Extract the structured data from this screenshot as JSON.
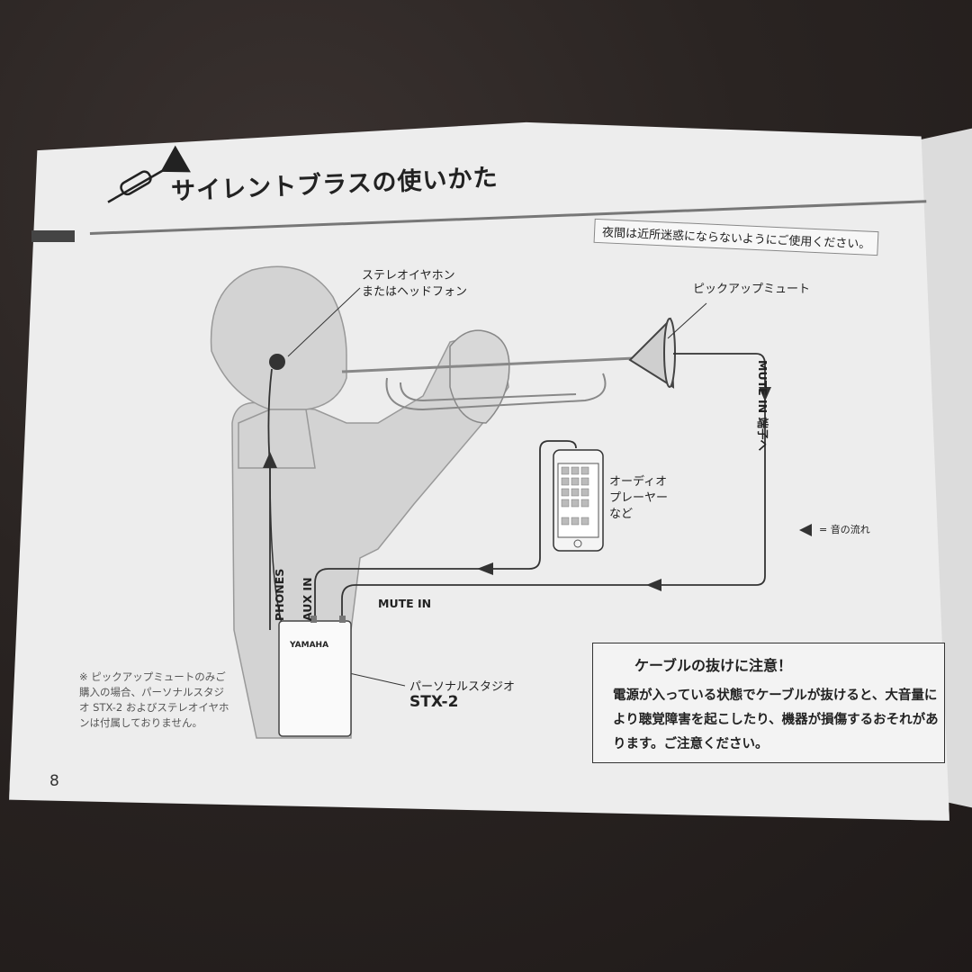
{
  "page": {
    "title": "サイレントブラスの使いかた",
    "notice": "夜間は近所迷惑にならないようにご使用ください。",
    "page_number": "8"
  },
  "diagram": {
    "earphone_label_1": "ステレオイヤホン",
    "earphone_label_2": "またはヘッドフォン",
    "mute_label": "ピックアップミュート",
    "player_label_1": "オーディオ",
    "player_label_2": "プレーヤー",
    "player_label_3": "など",
    "legend_text": "= 音の流れ",
    "mute_in_terminal": "MUTE IN 端子へ",
    "phones": "PHONES",
    "aux_in": "AUX IN",
    "mute_in": "MUTE IN",
    "device_brand": "YAMAHA",
    "studio_name": "パーソナルスタジオ",
    "studio_model": "STX-2"
  },
  "footnote": {
    "mark": "※",
    "text": "ピックアップミュートのみご購入の場合、パーソナルスタジオ STX-2 およびステレオイヤホンは付属しておりません。"
  },
  "warning": {
    "title": "ケーブルの抜けに注意！",
    "text": "電源が入っている状態でケーブルが抜けると、大音量により聴覚障害を起こしたり、機器が損傷するおそれがあります。ご注意ください。"
  },
  "colors": {
    "background": "#2b2523",
    "paper": "#ededed",
    "figure_gray": "#d2d2d2",
    "ink": "#222222"
  }
}
